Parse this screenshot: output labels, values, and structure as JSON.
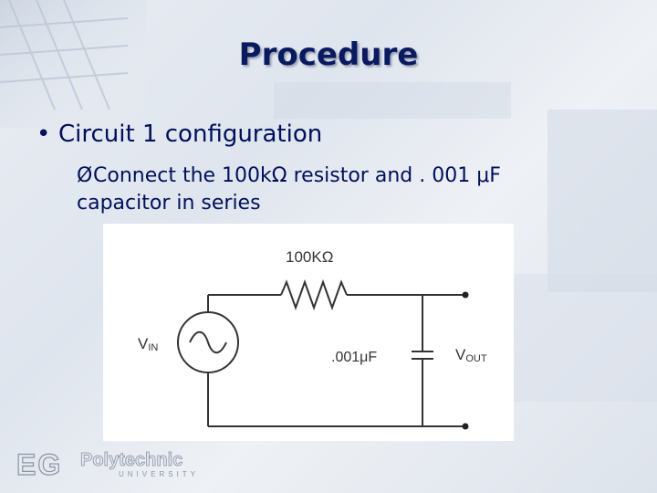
{
  "slide": {
    "title": "Procedure",
    "bullet": {
      "marker": "•",
      "text": "Circuit 1 configuration"
    },
    "sub_bullet": {
      "marker": "Ø",
      "line1": "Connect the 100kΩ resistor and . 001 μF",
      "line2": "capacitor in series"
    }
  },
  "circuit": {
    "resistor_label": "100KΩ",
    "vin_label_main": "V",
    "vin_label_sub": "IN",
    "capacitor_label": ".001μF",
    "vout_label_main": "V",
    "vout_label_sub": "OUT"
  },
  "logo": {
    "letters": "EG",
    "name": "Polytechnic",
    "sub": "UNIVERSITY"
  },
  "colors": {
    "title": "#0a1a5e",
    "text": "#00105a",
    "wire": "#333333"
  }
}
